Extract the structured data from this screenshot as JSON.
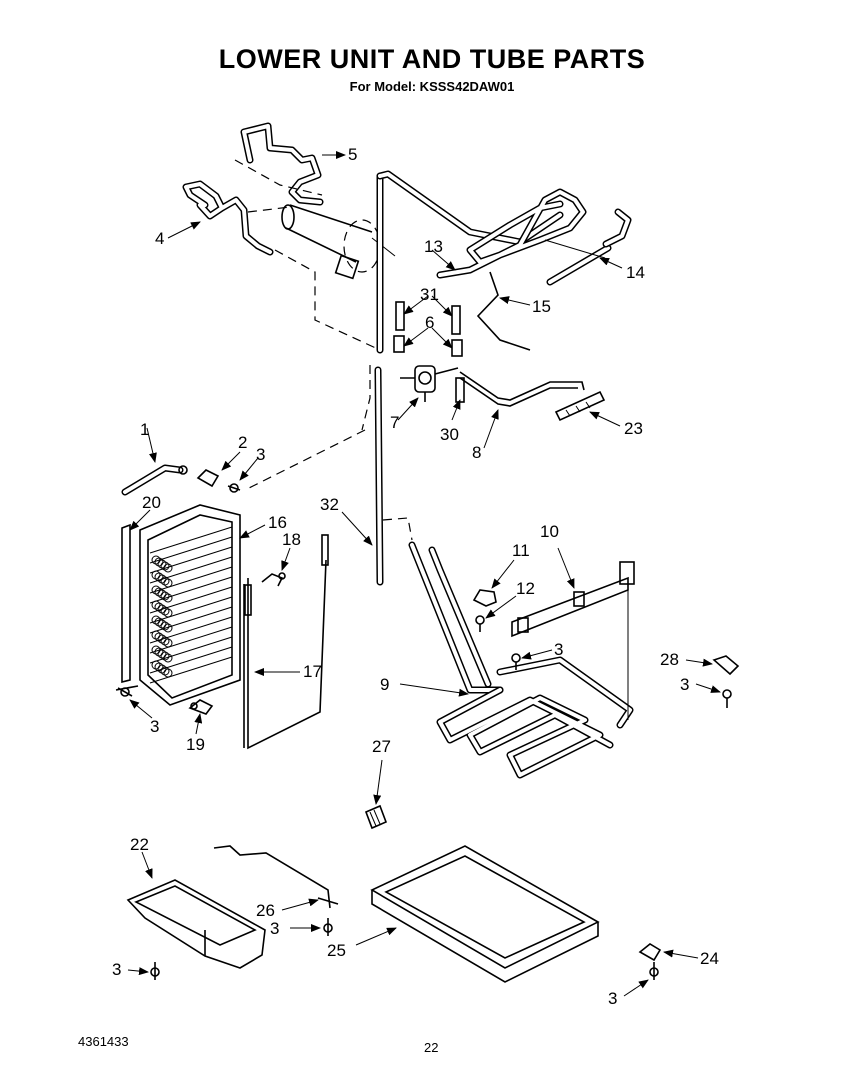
{
  "header": {
    "title": "LOWER UNIT AND TUBE PARTS",
    "subtitle": "For Model: KSSS42DAW01"
  },
  "footer": {
    "doc_number": "4361433",
    "page_number": "22"
  },
  "callouts": {
    "c1": "1",
    "c2": "2",
    "c3a": "3",
    "c3b": "3",
    "c3c": "3",
    "c3d": "3",
    "c3e": "3",
    "c3f": "3",
    "c3g": "3",
    "c4": "4",
    "c5": "5",
    "c6": "6",
    "c7": "7",
    "c8": "8",
    "c9": "9",
    "c10": "10",
    "c11": "11",
    "c12": "12",
    "c13": "13",
    "c14": "14",
    "c15": "15",
    "c16": "16",
    "c17": "17",
    "c18": "18",
    "c19": "19",
    "c20": "20",
    "c22": "22",
    "c23": "23",
    "c24": "24",
    "c25": "25",
    "c26": "26",
    "c27": "27",
    "c28": "28",
    "c30": "30",
    "c31": "31",
    "c32": "32"
  }
}
